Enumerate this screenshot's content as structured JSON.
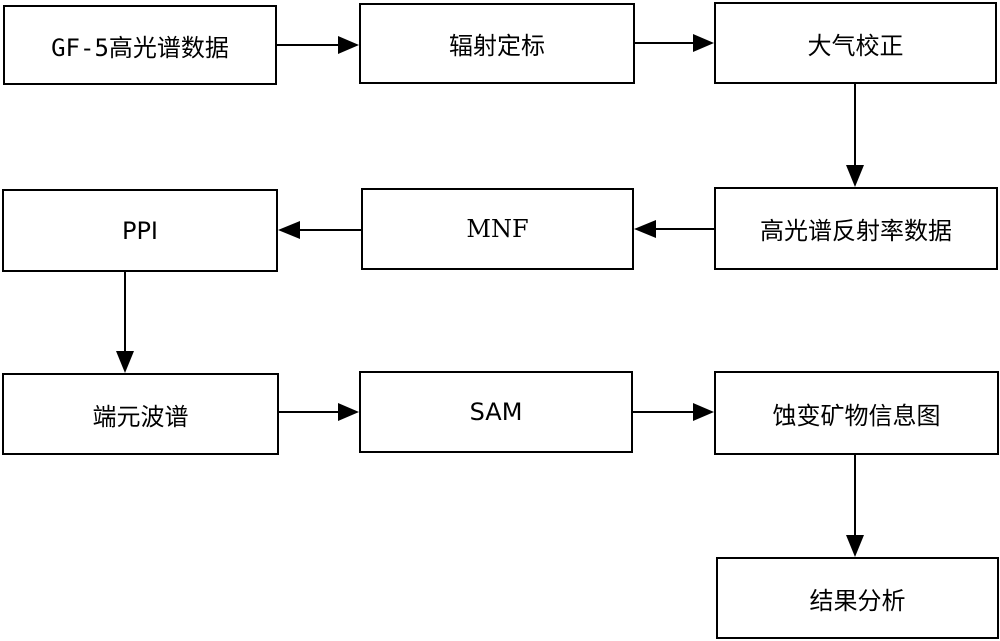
{
  "diagram": {
    "nodes": {
      "gf5": "GF-5高光谱数据",
      "radcal": "辐射定标",
      "atmcor": "大气校正",
      "refl": "高光谱反射率数据",
      "mnf": "MNF",
      "ppi": "PPI",
      "endmember": "端元波谱",
      "sam": "SAM",
      "alteration": "蚀变矿物信息图",
      "analysis": "结果分析"
    },
    "colors": {
      "stroke": "#000000",
      "fill": "#ffffff",
      "text": "#000000"
    }
  }
}
